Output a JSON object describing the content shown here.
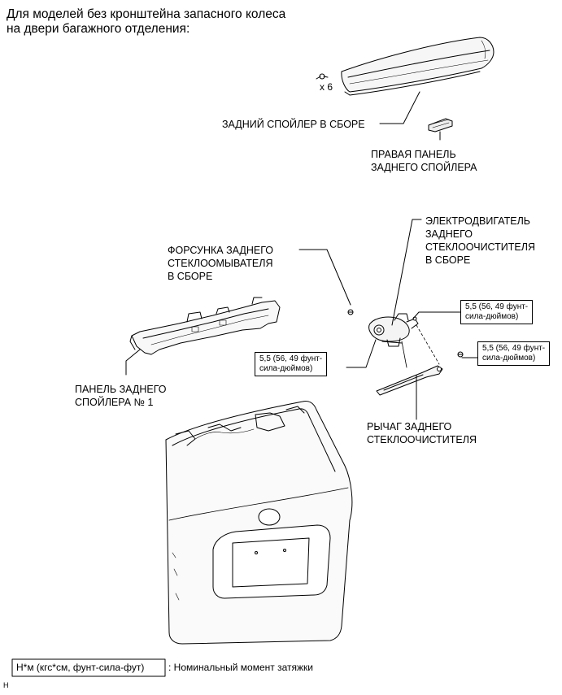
{
  "header": {
    "line1": "Для моделей без кронштейна запасного колеса",
    "line2": "на двери багажного отделения:"
  },
  "callouts": {
    "quantity": "x 6",
    "spoiler_assy": "ЗАДНИЙ СПОЙЛЕР В СБОРЕ",
    "right_panel_1": "ПРАВАЯ ПАНЕЛЬ",
    "right_panel_2": "ЗАДНЕГО СПОЙЛЕРА",
    "motor_1": "ЭЛЕКТРОДВИГАТЕЛЬ",
    "motor_2": "ЗАДНЕГО",
    "motor_3": "СТЕКЛООЧИСТИТЕЛЯ",
    "motor_4": "В СБОРЕ",
    "nozzle_1": "ФОРСУНКА ЗАДНЕГО",
    "nozzle_2": "СТЕКЛООМЫВАТЕЛЯ",
    "nozzle_3": "В СБОРЕ",
    "panel1_1": "ПАНЕЛЬ ЗАДНЕГО",
    "panel1_2": "СПОЙЛЕРА № 1",
    "arm_1": "РЫЧАГ ЗАДНЕГО",
    "arm_2": "СТЕКЛООЧИСТИТЕЛЯ"
  },
  "torque": {
    "motor_a_1": "5,5 (56, 49 фунт-",
    "motor_a_2": "сила-дюймов)",
    "motor_b_1": "5,5 (56, 49 фунт-",
    "motor_b_2": "сила-дюймов)",
    "arm_1": "5,5 (56, 49 фунт-",
    "arm_2": "сила-дюймов)"
  },
  "legend": {
    "unit": "Н*м (кгс*см, фунт-сила-фут)",
    "description": ": Номинальный момент затяжки"
  },
  "footer_code": "H"
}
